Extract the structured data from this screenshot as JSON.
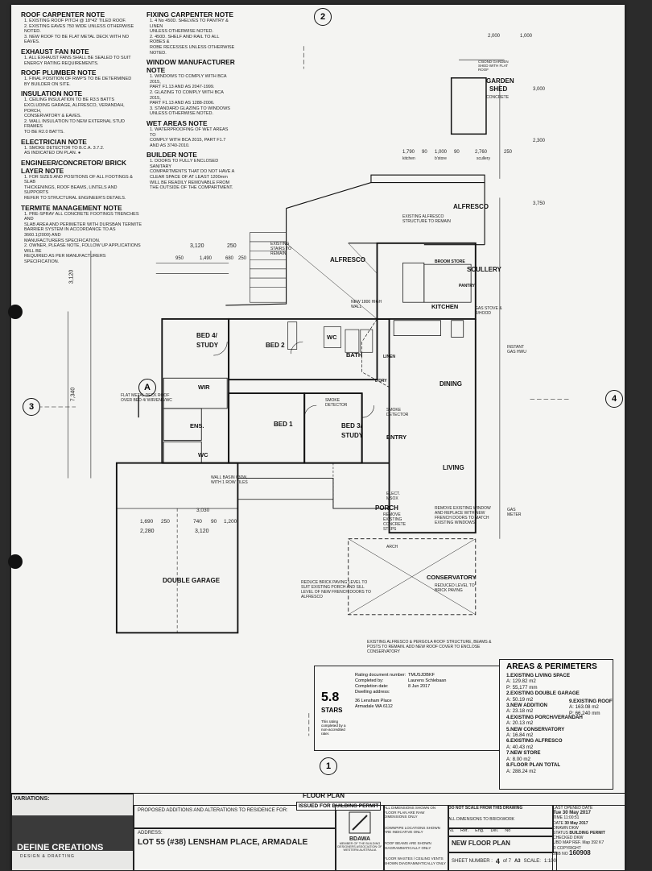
{
  "grid": {
    "top": "2",
    "left": "3",
    "right": "4",
    "bottom": "1",
    "section": "A"
  },
  "notes": [
    {
      "heading": "ROOF CARPENTER NOTE",
      "lines": [
        "1. EXISTING ROOF PITCH @ 18°42' TILED ROOF.",
        "2. EXISTING EAVES 750 WIDE UNLESS OTHERWISE NOTED.",
        "3. NEW ROOF TO BE FLAT METAL DECK WITH NO EAVES."
      ]
    },
    {
      "heading": "EXHAUST FAN NOTE",
      "lines": [
        "1. ALL EXHAUST FANS SHALL BE SEALED TO SUIT",
        "ENERGY RATING REQUIREMENTS."
      ]
    },
    {
      "heading": "ROOF PLUMBER NOTE",
      "lines": [
        "1. FINAL POSITION OF RWP'S TO BE DETERMINED",
        "BY BUILDER ON SITE."
      ]
    },
    {
      "heading": "INSULATION NOTE",
      "lines": [
        "1. CEILING INSULATION TO BE R3.5 BATTS",
        "EXCLUDING GARAGE, ALFRESCO, VERANDAH, PORCH,",
        "CONSERVATORY & EAVES.",
        "2. WALL INSULATION TO NEW EXTERNAL STUD FRAMES",
        "TO BE R2.0 BATTS."
      ]
    },
    {
      "heading": "ELECTRICIAN NOTE",
      "lines": [
        "1. SMOKE DETECTOR TO B.C.A. 3.7.2.",
        "AS INDICATED ON PLAN. ●"
      ]
    },
    {
      "heading": "ENGINEER/CONCRETOR/ BRICK LAYER NOTE",
      "lines": [
        "1. FOR SIZES AND POSITIONS OF ALL FOOTINGS & SLAB",
        "THICKENINGS, ROOF BEAMS, LINTELS AND SUPPORTS",
        "REFER TO STRUCTURAL ENGINEER'S DETAILS."
      ]
    },
    {
      "heading": "TERMITE MANAGEMENT NOTE",
      "lines": [
        "1. PRE-SPRAY ALL CONCRETE FOOTINGS TRENCHES AND",
        "SLAB AREA AND PERIMETER WITH DURSBAN TERMITE",
        "BARRIER SYSTEM IN ACCORDANCE TO AS 3660.1(2000) AND",
        "MANUFACTURERS SPECIFICATION.",
        "2. OWNER, PLEASE NOTE, FOLLOW UP APPLICATIONS WILL BE",
        "REQUIRED AS PER MANUFACTURERS SPECIFICATION."
      ]
    }
  ],
  "notes2": [
    {
      "heading": "FIXING CARPENTER NOTE",
      "lines": [
        "1. 4 No 450D. SHELVES TO PANTRY & LINEN",
        "UNLESS OTHERWISE NOTED.",
        "2. 450D. SHELF AND RAIL TO ALL ROBES &",
        "ROBE RECESSES UNLESS OTHERWISE",
        "NOTED."
      ]
    },
    {
      "heading": "WINDOW MANUFACTURER NOTE",
      "lines": [
        "1. WINDOWS TO COMPLY WITH BCA 2015,",
        "PART F1.13 AND AS 2047-1999.",
        "2. GLAZING TO COMPLY WITH BCA 2015,",
        "PART F1.13 AND AS 1288-2006.",
        "3. STANDARD GLAZING TO WINDOWS",
        "UNLESS OTHERWISE NOTED."
      ]
    },
    {
      "heading": "WET AREAS NOTE",
      "lines": [
        "1. WATERPROOFING OF WET AREAS TO",
        "COMPLY WITH BCA 2015, PART F1.7",
        "AND AS 3740-2010."
      ]
    },
    {
      "heading": "BUILDER NOTE",
      "lines": [
        "1. DOORS TO FULLY ENCLOSED SANITARY",
        "COMPARTMENTS THAT DO NOT HAVE A",
        "CLEAR SPACE OF AT LEAST 1200mm",
        "WILL BE READILY REMOVABLE FROM",
        "THE OUTSIDE OF THE COMPARTMENT."
      ]
    }
  ],
  "rooms": {
    "alfresco_top": "ALFRESCO",
    "alfresco": "ALFRESCO",
    "scullery": "SCULLERY",
    "kitchen": "KITCHEN",
    "bed4": "BED 4/",
    "bed4b": "STUDY",
    "bed2": "BED 2",
    "bath": "BATH",
    "wc": "WC",
    "wir": "WIR",
    "bed1": "BED 1",
    "bed3": "BED 3/",
    "bed3b": "STUDY",
    "ens": "ENS.",
    "wc2": "WC",
    "dining": "DINING",
    "entry": "ENTRY",
    "living": "LIVING",
    "porch": "PORCH",
    "garage": "DOUBLE GARAGE",
    "conservatory": "CONSERVATORY",
    "garden1": "GARDEN",
    "garden2": "SHED",
    "broom": "BROOM STORE",
    "pantry": "PANTRY",
    "laundry": "L'DRY",
    "linen": "LINEN"
  },
  "annotations": {
    "shed": "C'BOND GARDEN SHED WITH FLAT ROOF",
    "shed_conc": "CONCRETE",
    "existing_alfresco": "EXISTING ALFRESCO STRUCTURE TO REMAIN",
    "existing_stairs": "EXISTING STAIRS TO REMAIN",
    "high_wall": "NEW 1800 HIGH WALL",
    "flat_deck": "FLAT METAL DECK ROOF OVER BED 4/ WIR/ENS/WC",
    "smoke1": "SMOKE DETECTOR",
    "smoke2": "SMOKE DETECTOR",
    "wall_basin": "WALL BASIN 630W, WITH 1 ROW TILES",
    "remove_window": "REMOVE EXISTING WINDOW AND REPLACE WITH NEW FRENCH DOORS TO MATCH EXISTING WINDOWS",
    "remove_steps": "REMOVE EXISTING CONCRETE STEPS",
    "reduce_paving": "REDUCE BRICK PAVING LEVEL TO SUIT EXISTING PORCH AND SILL LEVEL OF NEW FRENCH DOORS TO ALFRESCO",
    "reduced_level": "REDUCED LEVEL TO BRICK PAVING",
    "pergola": "EXISTING ALFRESCO & PERGOLA ROOF STRUCTURE, BEAMS & POSTS TO REMAIN. ADD NEW ROOF COVER TO ENCLOSE CONSERVATORY",
    "gas_stove": "GAS STOVE & R/HOOD",
    "gas_inst": "INSTANT GAS HWU",
    "elec": "ELECT. MSOX",
    "arch": "ARCH",
    "gas_meter": "GAS METER"
  },
  "dims": {
    "top_a": "2,000",
    "top_b": "1,000",
    "shed_h": "3,000",
    "gap": "2,300",
    "d1": "1,790",
    "d2": "90",
    "d3": "1,000",
    "d4": "90",
    "d5": "2,760",
    "d6": "250",
    "kitchen": "kitchen",
    "broom": "b'store",
    "scullery": "scullery",
    "bed4_w": "3,120",
    "bed4_w2": "250",
    "bed4_a": "950",
    "bed4_b": "1,490",
    "bed4_c": "680",
    "bed4_d": "250",
    "side_total": "7,340",
    "side_3120": "3,120",
    "gar_a": "3,030",
    "gar_b": "1,690",
    "gar_c": "250",
    "gar_d": "740",
    "gar_e": "90",
    "gar_f": "1,200",
    "gar_g": "2,280",
    "gar_h": "3,120",
    "right_h": "3,750"
  },
  "rating": {
    "stars": "5.8",
    "stars_label": "STARS",
    "small": "This rating completed by a non-accredited rater.",
    "doc_label": "Rating document number:",
    "doc_value": "TMUSJDBKF",
    "by_label": "Completed by:",
    "by_value": "Laurens Schlebaan",
    "date_label": "Completion date:",
    "date_value": "8 Jun 2017",
    "addr_label": "Dwelling address:",
    "addr_value1": "36 Lensham Place",
    "addr_value2": "Armadale WA 6112"
  },
  "areas": {
    "title": "AREAS & PERIMETERS",
    "rows": [
      "1.EXISTING LIVING SPACE",
      "A: 129.82 m2",
      "P: 55,177 mm",
      "2.EXISTING DOUBLE GARAGE",
      "A: 50.19 m2",
      "3.NEW ADDITION",
      "A: 23.18 m2",
      "4.EXISTING PORCH/VERANDAH",
      "A: 20.13 m2",
      "5.NEW CONSERVATORY",
      "A: 16.84 m2",
      "6.EXISTING ALFRESCO",
      "A: 40.43 m2",
      "7.NEW STORE",
      "A: 8.00 m2",
      "8.FLOOR PLAN TOTAL",
      "A: 288.24 m2"
    ],
    "roof": [
      "9.EXISTING ROOF",
      "A: 163.08 m2",
      "P: 66,240 mm"
    ]
  },
  "titleblock": {
    "variations": "VARIATIONS:",
    "company": "DEFINE CREATIONS",
    "company_sub": "DESIGN & DRAFTING",
    "floor_plan": "FLOOR PLAN",
    "proposed": "PROPOSED ADDITIONS AND ALTERATIONS TO RESIDENCE FOR:",
    "issued": "ISSUED FOR BUILDING PERMIT",
    "address_label": "ADDRESS:",
    "address": "LOT 55 (#38) LENSHAM PLACE, ARMADALE",
    "bdawa": "BDAWA",
    "bdawa_sub": "MEMBER OF THE BUILDING DESIGNERS ASSOCIATION OF WESTERN AUSTRALIA",
    "dims_note": "ALL DIMENSIONS SHOWN ON FLOOR PLAN ARE RAW DIMENSIONS ONLY",
    "downpipe": "DOWNPIPE LOCATIONS SHOWN ARE INDICATIVE ONLY",
    "roofbeams": "ROOF BEAMS ARE SHOWN DIAGRAMMATICALLY ONLY",
    "floorwastes": "FLOOR WASTES / CEILING VENTS SHOWN DIAGRAMMATICALLY ONLY",
    "do_not_scale": "DO NOT SCALE FROM THIS DRAWING",
    "all_dims": "ALL DIMENSIONS TO BRICKWORK",
    "n1": "N1",
    "ref": "Ref.",
    "eng": "Eng.",
    "del": "Del.",
    "no": "No",
    "new_floor_plan": "NEW FLOOR PLAN",
    "sheet_label": "SHEET NUMBER :",
    "sheet_num": "4",
    "sheet_of": "of 7",
    "a3": "A3",
    "scale_label": "SCALE:",
    "scale": "1:100",
    "job_opened_label": "LAST OPENED DATE",
    "job_opened": "Tue 30 May 2017",
    "time_label": "TIME",
    "time": "11:00:51",
    "date_label": "DATE",
    "date": "30 May 2017",
    "drawn_label": "DRAWN",
    "drawn": "DKW",
    "status_label": "STATUS",
    "status": "BUILDING PERMIT",
    "checked_label": "CHECKED",
    "checked": "DKW",
    "map_label": "UBD MAP REF.",
    "map": "Map 392 K7",
    "copyright": "© COPYRIGHT",
    "jobno_label": "JOB NO",
    "jobno": "160908"
  }
}
